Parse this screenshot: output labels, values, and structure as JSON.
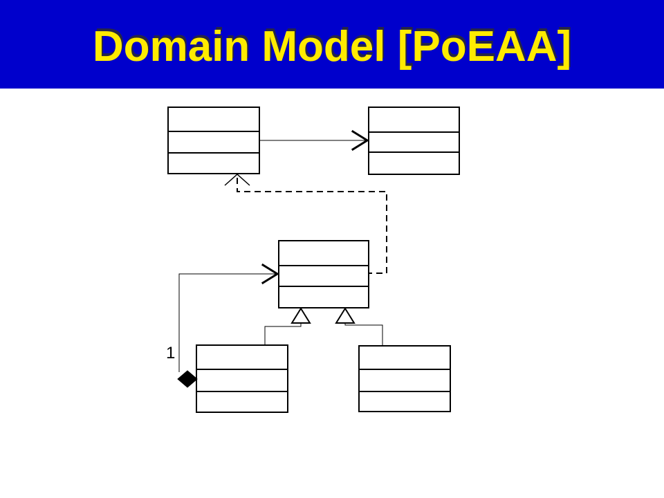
{
  "slide": {
    "title": "Domain Model [PoEAA]",
    "background_color": "#0000CC",
    "title_color": "#FFEB00",
    "title_shadow_color": "#2D2D2D",
    "content_background": "#FFFFFF"
  },
  "diagram": {
    "type": "uml-class-diagram",
    "stroke_color": "#000000",
    "box_fill": "#FFFFFF",
    "multiplicity_label": "1",
    "nodes": [
      {
        "id": "top-left-class",
        "label": "",
        "compartments": 3
      },
      {
        "id": "top-right-class",
        "label": "",
        "compartments": 3
      },
      {
        "id": "middle-class",
        "label": "",
        "compartments": 3
      },
      {
        "id": "bottom-left-class",
        "label": "",
        "compartments": 3
      },
      {
        "id": "bottom-right-class",
        "label": "",
        "compartments": 3
      }
    ],
    "edges": [
      {
        "from": "top-left-class",
        "to": "top-right-class",
        "type": "directed-association",
        "style": "solid-open-arrow"
      },
      {
        "from": "middle-class",
        "to": "top-left-class",
        "type": "dependency",
        "style": "dashed-open-arrow"
      },
      {
        "from": "bottom-left-class",
        "to": "middle-class",
        "type": "association-with-composition-diamond",
        "style": "solid-open-arrow",
        "multiplicity_at_diamond_end": "1"
      },
      {
        "from": "bottom-left-class",
        "to": "middle-class",
        "type": "generalization",
        "style": "hollow-triangle"
      },
      {
        "from": "bottom-right-class",
        "to": "middle-class",
        "type": "generalization",
        "style": "hollow-triangle"
      }
    ]
  }
}
